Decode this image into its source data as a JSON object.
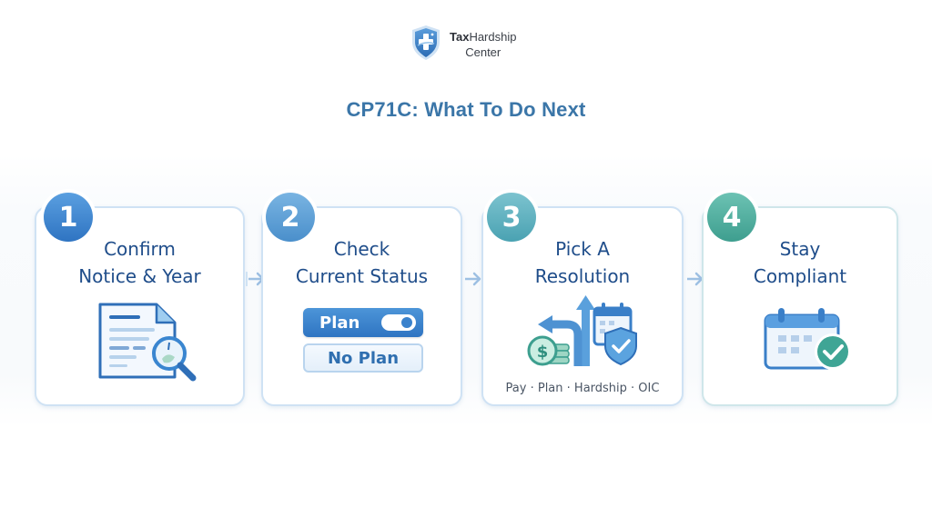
{
  "brand": {
    "name_bold": "Tax",
    "name_regular": "Hardship",
    "name_line2": "Center",
    "icon": "shield-cross-icon"
  },
  "title": "CP71C: What To Do Next",
  "colors": {
    "title": "#3b76a8",
    "heading": "#1f4d8a",
    "badge_1": "#3f86cf",
    "badge_2": "#5a9fd6",
    "badge_3": "#5aaebe",
    "badge_4": "#48a89a",
    "card_border": "#cfe2f4",
    "arrow": "#a9c8e6"
  },
  "steps": [
    {
      "number": "1",
      "heading_line1": "Confirm",
      "heading_line2": "Notice & Year",
      "icon": "document-magnifier-icon"
    },
    {
      "number": "2",
      "heading_line1": "Check",
      "heading_line2": "Current Status",
      "icon": "status-toggle",
      "toggle_on_label": "Plan",
      "toggle_off_label": "No Plan"
    },
    {
      "number": "3",
      "heading_line1": "Pick A",
      "heading_line2": "Resolution",
      "icon": "resolution-paths-icon",
      "options": "Pay · Plan · Hardship · OIC"
    },
    {
      "number": "4",
      "heading_line1": "Stay",
      "heading_line2": "Compliant",
      "icon": "calendar-check-icon"
    }
  ],
  "connectors": [
    "arrow-right-icon",
    "arrow-right-icon",
    "arrow-right-icon"
  ]
}
